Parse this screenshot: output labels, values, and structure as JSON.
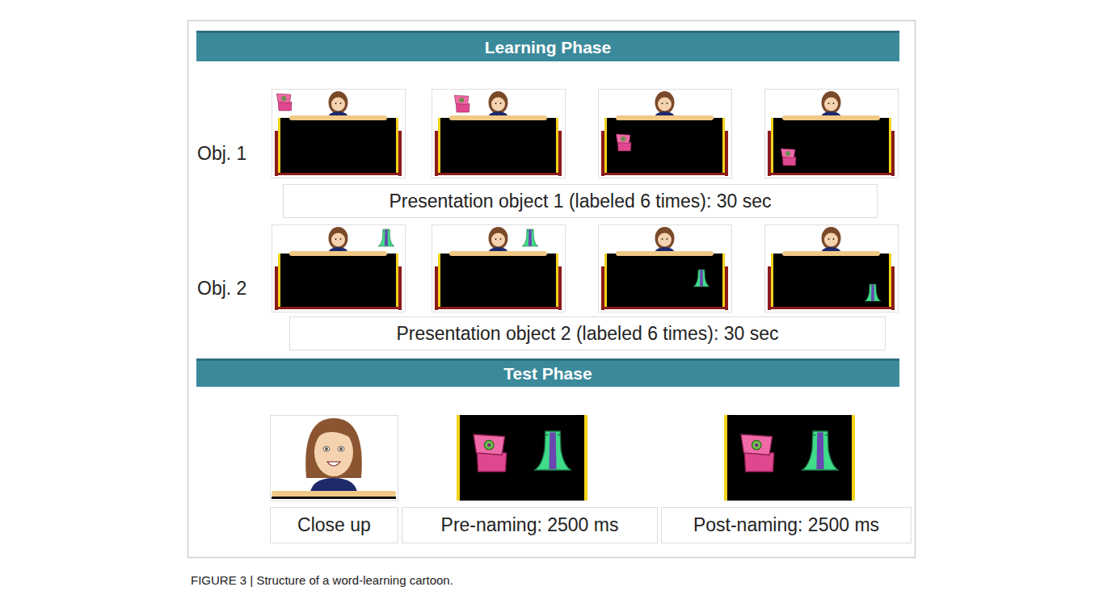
{
  "diagram": {
    "caption": "FIGURE 3 | Structure of a word-learning cartoon.",
    "nodes": [
      {
        "text": [
          "Learning Phase"
        ]
      },
      {
        "text": [
          "Presentation object 1 (labeled 6 times): 30 sec"
        ]
      },
      {
        "text": [
          "Presentation object 2 (labeled 6 times): 30 sec"
        ]
      },
      {
        "text": [
          "Test Phase"
        ]
      },
      {
        "text": [
          "Close up"
        ]
      },
      {
        "text": [
          "Pre-naming: 2500 ms"
        ]
      },
      {
        "text": [
          "Post-naming: 2500 ms"
        ]
      }
    ],
    "labels": [
      "Obj. 1",
      "Obj. 2"
    ]
  }
}
